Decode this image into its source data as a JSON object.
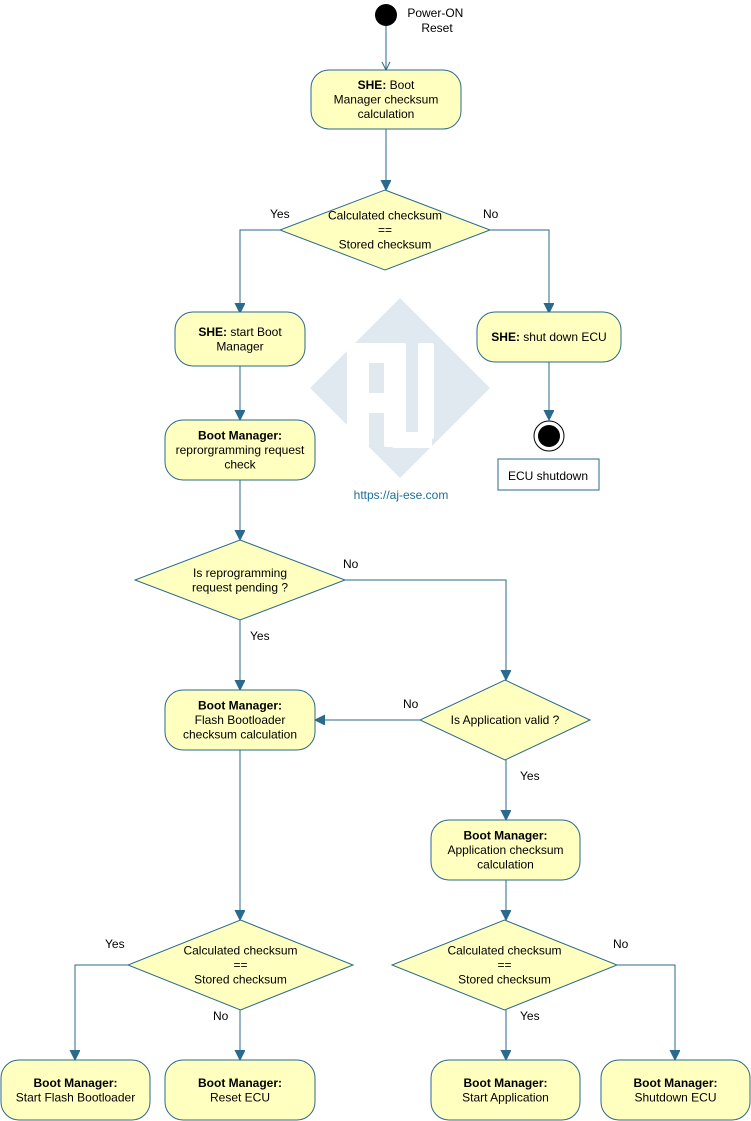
{
  "start": {
    "label": [
      "Power-ON",
      "Reset"
    ]
  },
  "watermark": {
    "url": "https://aj-ese.com"
  },
  "annotation": {
    "text": "ECU shutdown"
  },
  "colors": {
    "node_fill": "#ffffc0",
    "node_stroke": "#2a6a8c",
    "edge": "#2a6a8c",
    "link": "#1a6e9e",
    "watermark": "#dde6ef"
  },
  "nodes": {
    "she_checksum": {
      "lines": [
        [
          {
            "t": "SHE:",
            "b": true
          },
          {
            "t": " Boot"
          }
        ],
        [
          {
            "t": "Manager checksum"
          }
        ],
        [
          {
            "t": "calculation"
          }
        ]
      ]
    },
    "d_checksum_top": {
      "lines": [
        "Calculated checksum",
        "==",
        "Stored checksum"
      ]
    },
    "she_start_bm": {
      "lines": [
        [
          {
            "t": "SHE:",
            "b": true
          },
          {
            "t": " start Boot"
          }
        ],
        [
          {
            "t": "Manager"
          }
        ]
      ]
    },
    "she_shutdown": {
      "lines": [
        [
          {
            "t": "SHE:",
            "b": true
          },
          {
            "t": " shut down ECU"
          }
        ]
      ]
    },
    "bm_reprog_check": {
      "lines": [
        [
          {
            "t": "Boot Manager:",
            "b": true
          }
        ],
        [
          {
            "t": "reprorgramming request"
          }
        ],
        [
          {
            "t": "check"
          }
        ]
      ]
    },
    "d_reprog_pending": {
      "lines": [
        "Is reprogramming",
        "request pending ?"
      ]
    },
    "bm_flash_checksum": {
      "lines": [
        [
          {
            "t": "Boot Manager:",
            "b": true
          }
        ],
        [
          {
            "t": "Flash Bootloader"
          }
        ],
        [
          {
            "t": "checksum calculation"
          }
        ]
      ]
    },
    "d_app_valid": {
      "lines": [
        "Is Application valid ?"
      ]
    },
    "bm_app_checksum": {
      "lines": [
        [
          {
            "t": "Boot Manager:",
            "b": true
          }
        ],
        [
          {
            "t": "Application checksum"
          }
        ],
        [
          {
            "t": "calculation"
          }
        ]
      ]
    },
    "d_checksum_left": {
      "lines": [
        "Calculated checksum",
        "==",
        "Stored checksum"
      ]
    },
    "d_checksum_right": {
      "lines": [
        "Calculated checksum",
        "==",
        "Stored checksum"
      ]
    },
    "bm_start_fbl": {
      "lines": [
        [
          {
            "t": "Boot Manager:",
            "b": true
          }
        ],
        [
          {
            "t": "Start Flash Bootloader"
          }
        ]
      ]
    },
    "bm_reset_ecu": {
      "lines": [
        [
          {
            "t": "Boot Manager:",
            "b": true
          }
        ],
        [
          {
            "t": "Reset ECU"
          }
        ]
      ]
    },
    "bm_start_app": {
      "lines": [
        [
          {
            "t": "Boot Manager:",
            "b": true
          }
        ],
        [
          {
            "t": "Start Application"
          }
        ]
      ]
    },
    "bm_shutdown_ecu": {
      "lines": [
        [
          {
            "t": "Boot Manager:",
            "b": true
          }
        ],
        [
          {
            "t": "Shutdown ECU"
          }
        ]
      ]
    }
  },
  "edge_labels": {
    "top_yes": "Yes",
    "top_no": "No",
    "reprog_no": "No",
    "reprog_yes": "Yes",
    "app_no": "No",
    "app_yes": "Yes",
    "left_yes": "Yes",
    "left_no": "No",
    "right_no": "No",
    "right_yes": "Yes"
  }
}
